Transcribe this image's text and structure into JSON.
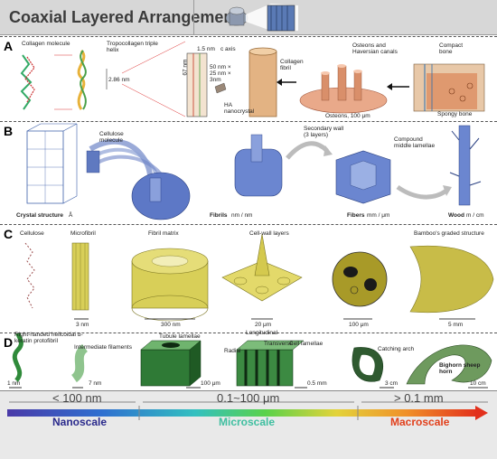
{
  "header": {
    "title": "Coaxial Layered Arrangement"
  },
  "panels": {
    "a": {
      "label": "A",
      "collagen_molecule": "Collagen molecule",
      "tropocollagen": "Tropocollagen triple helix",
      "length_286": "2.86 nm",
      "length_67": "67 nm",
      "length_15": "1.5 nm",
      "c_axis": "c axis",
      "dims": "50 nm ×\n25 nm ×\n3nm",
      "ha": "HA nanocrystal",
      "collagen_fibril": "Collagen fibril",
      "osteons": "Osteons and Haversian canals",
      "osteons_scale": "Osteons, 100 μm",
      "compact_bone": "Compact bone",
      "spongy_bone": "Spongy bone"
    },
    "b": {
      "label": "B",
      "cellulose_molecule": "Cellulose molecule",
      "crystal": "Crystal structure",
      "crystal_unit": "Å",
      "fibrils": "Fibrils",
      "fibrils_unit": "nm / nm",
      "secondary_wall": "Secondary wall (3 layers)",
      "compound_lamellae": "Compound middle lamellae",
      "fibers": "Fibers",
      "fibers_unit": "mm / μm",
      "wood": "Wood",
      "wood_unit": "m / cm"
    },
    "c": {
      "label": "C",
      "cellulose": "Cellulose",
      "microfibril": "Microfibril",
      "fibril_matrix": "Fibril matrix",
      "cell_wall": "Cell-wall layers",
      "bamboo": "Bamboo's graded structure",
      "scale_3nm": "3 nm",
      "scale_300nm": "300 nm",
      "scale_20um": "20 μm",
      "scale_100um": "100 μm",
      "scale_5mm": "5 mm"
    },
    "d": {
      "label": "D",
      "protofibril": "Right-handed helicoidal α-keratin protofibril",
      "intermediate": "Intermediate filaments",
      "tubule": "Tubule lamellae",
      "longitudinal": "Longitudinal",
      "radial": "Radial",
      "transverse": "Transverse",
      "cell_lamellae": "Cell lamellae",
      "catching_arch": "Catching arch",
      "bighorn": "Bighorn sheep horn",
      "scale_1nm": "1 nm",
      "scale_7nm": "7 nm",
      "scale_100um": "100 μm",
      "scale_05mm": "0.5 mm",
      "scale_3cm": "3 cm",
      "scale_10cm": "10 cm"
    }
  },
  "scalebar": {
    "range_small": "< 100 nm",
    "range_mid": "0.1~100 μm",
    "range_large": "> 0.1 mm",
    "nano": "Nanoscale",
    "micro": "Microscale",
    "macro": "Macroscale",
    "nano_color": "#2a2a8c",
    "micro_color": "#3fbfa0",
    "macro_color": "#e2401c"
  }
}
